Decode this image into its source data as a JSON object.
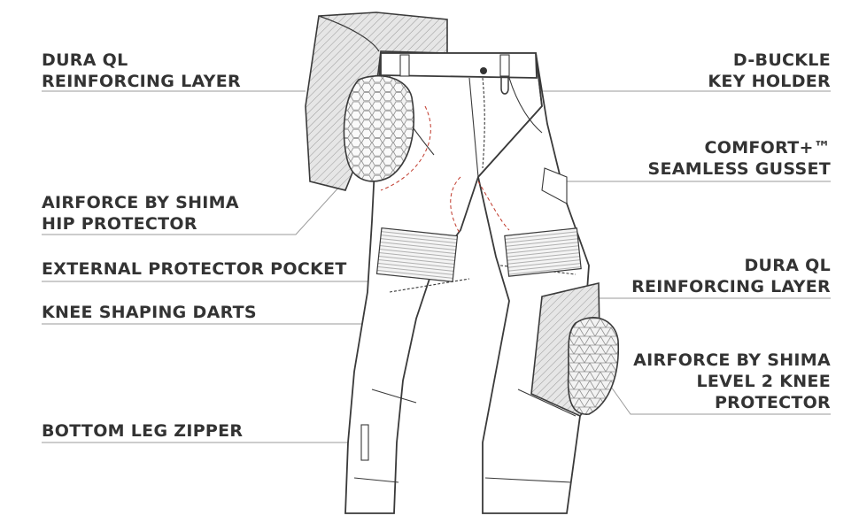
{
  "colors": {
    "label_text": "#333333",
    "leader_line": "#9a9a9a",
    "outline": "#3a3a3a",
    "layer_fill": "#e3e3e3",
    "stitch_red": "#c0392b"
  },
  "labels": {
    "dura_ql_top": [
      "DURA QL",
      "REINFORCING LAYER"
    ],
    "hip_protector": [
      "AIRFORCE BY SHIMA",
      "HIP PROTECTOR"
    ],
    "external_pocket": [
      "EXTERNAL PROTECTOR POCKET"
    ],
    "knee_darts": [
      "KNEE SHAPING DARTS"
    ],
    "bottom_zipper": [
      "BOTTOM LEG ZIPPER"
    ],
    "d_buckle": [
      "D-BUCKLE",
      "KEY HOLDER"
    ],
    "comfort_gusset": [
      "COMFORT+™",
      "SEAMLESS GUSSET"
    ],
    "dura_ql_knee": [
      "DURA QL",
      "REINFORCING  LAYER"
    ],
    "knee_protector": [
      "AIRFORCE BY SHIMA",
      "LEVEL 2 KNEE",
      "PROTECTOR"
    ]
  }
}
